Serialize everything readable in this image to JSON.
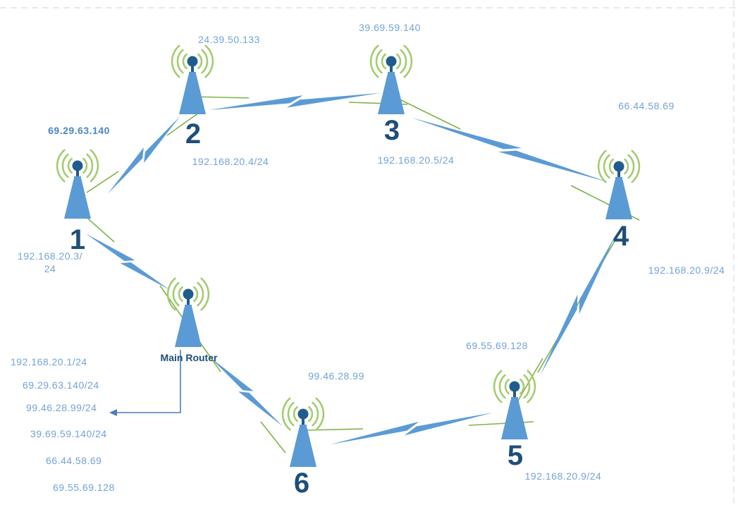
{
  "diagram_title": "wireless-ring-network-topology",
  "colors": {
    "antenna_body_blue": "#5B9BD5",
    "antenna_dark_blue": "#1F5C8C",
    "signal_wave_green": "#A3CC70",
    "beam_line_green": "#7FB347",
    "link_bolt_blue": "#5B9BD5",
    "ip_label_blue": "#74A2D8",
    "ip_label_bold_blue": "#4A86C6",
    "node_number_navy": "#1F4E79",
    "pointer_arrow_blue": "#4A7EBB",
    "page_break_gray": "#DADADA"
  },
  "icons": {
    "node": "radio-antenna-icon",
    "link": "lightning-bolt-link-icon",
    "pointer": "left-arrow-icon"
  },
  "nodes": [
    {
      "label": "1",
      "ip_top": "69.29.63.140",
      "ip_bottom": "192.168.20.3/24"
    },
    {
      "label": "2",
      "ip_top": "24.39.50.133",
      "ip_bottom": "192.168.20.4/24"
    },
    {
      "label": "3",
      "ip_top": "39.69.59.140",
      "ip_bottom": "192.168.20.5/24"
    },
    {
      "label": "4",
      "ip_top": "66.44.58.69",
      "ip_bottom": "192.168.20.9/24"
    },
    {
      "label": "5",
      "ip_top": "69.55.69.128",
      "ip_bottom": "192.168.20.9/24"
    },
    {
      "label": "6",
      "ip_top": "99.46.28.99"
    }
  ],
  "main_router": {
    "label": "Main Router",
    "ip_list": [
      "192.168.20.1/24",
      "69.29.63.140/24",
      "99.46.28.99/24",
      "39.69.59.140/24",
      "66.44.58.69",
      "69.55.69.128"
    ]
  }
}
